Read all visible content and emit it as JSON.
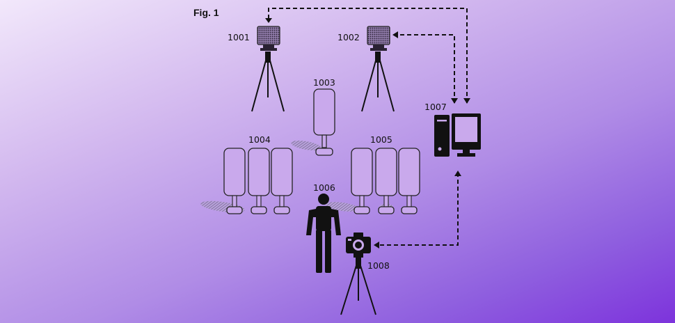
{
  "figure": {
    "title": "Fig. 1"
  },
  "labels": {
    "camera_1": "1001",
    "camera_2": "1002",
    "light_center": "1003",
    "light_group_left": "1004",
    "light_group_right": "1005",
    "subject": "1006",
    "computer": "1007",
    "handheld_camera": "1008"
  },
  "colors": {
    "ink": "#111111",
    "lamp_fill": "#c9a9ec",
    "shadow": "#8f7fa8"
  }
}
